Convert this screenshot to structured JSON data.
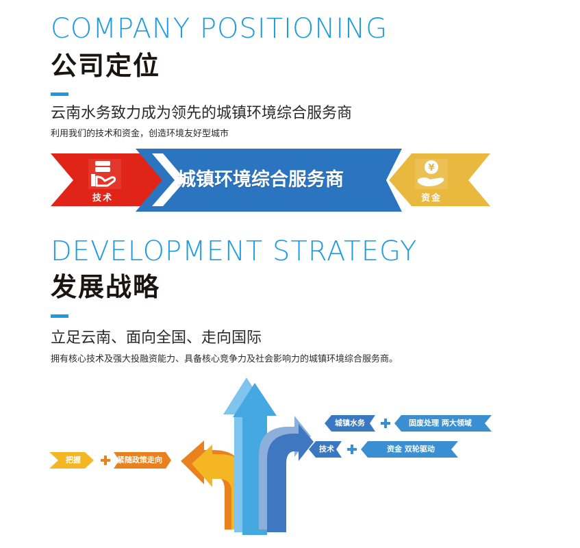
{
  "positioning": {
    "title_en": "COMPANY  POSITIONING",
    "title_cn": "公司定位",
    "lead": "云南水务致力成为领先的城镇环境综合服务商",
    "sub": "利用我们的技术和资金，创造环境友好型城市",
    "banner": {
      "left_label": "技术",
      "left_icon": "server-hand-icon",
      "center_text": "城镇环境综合服务商",
      "right_label": "资金",
      "right_icon": "yen-coin-hand-icon",
      "colors": {
        "left": "#e02418",
        "center": "#2a74c0",
        "right": "#e8b83f"
      }
    }
  },
  "strategy": {
    "title_en": "DEVELOPMENT  STRATEGY",
    "title_cn": "发展战略",
    "lead": "立足云南、面向全国、走向国际",
    "sub": "拥有核心技术及强大投融资能力、具备核心竞争力及社会影响力的城镇环境综合服务商。",
    "left_chips": [
      {
        "text": "把握",
        "color": "#f4b623"
      },
      {
        "text": "紧随政策走向",
        "color": "#e9821e"
      }
    ],
    "right_row1": [
      {
        "text": "城镇水务",
        "color": "#3b78c2"
      },
      {
        "text": "固废处理 两大领域",
        "color": "#3b8fd0"
      }
    ],
    "right_row2": [
      {
        "text": "技术",
        "color": "#3b78c2"
      },
      {
        "text": "资金 双轮驱动",
        "color": "#3b8fd0"
      }
    ],
    "plus_symbol": "+",
    "colors": {
      "accent": "#1e9be0",
      "orange_plus": "#e9821e",
      "blue_plus": "#3b8fd0"
    }
  }
}
